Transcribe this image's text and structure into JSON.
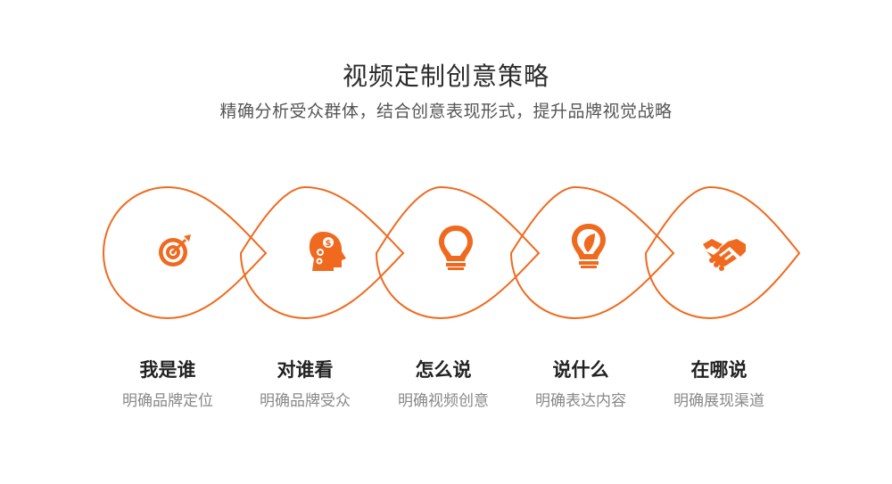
{
  "header": {
    "title": "视频定制创意策略",
    "subtitle": "精确分析受众群体，结合创意表现形式，提升品牌视觉战略"
  },
  "colors": {
    "accent": "#ef6a1e",
    "title": "#2b2b2b",
    "sub": "#888888"
  },
  "steps": [
    {
      "icon": "target-icon",
      "title": "我是谁",
      "subtitle": "明确品牌定位"
    },
    {
      "icon": "head-coin-icon",
      "title": "对谁看",
      "subtitle": "明确品牌受众"
    },
    {
      "icon": "lightbulb-icon",
      "title": "怎么说",
      "subtitle": "明确视频创意"
    },
    {
      "icon": "leaf-bulb-icon",
      "title": "说什么",
      "subtitle": "明确表达内容"
    },
    {
      "icon": "handshake-icon",
      "title": "在哪说",
      "subtitle": "明确展现渠道"
    }
  ]
}
